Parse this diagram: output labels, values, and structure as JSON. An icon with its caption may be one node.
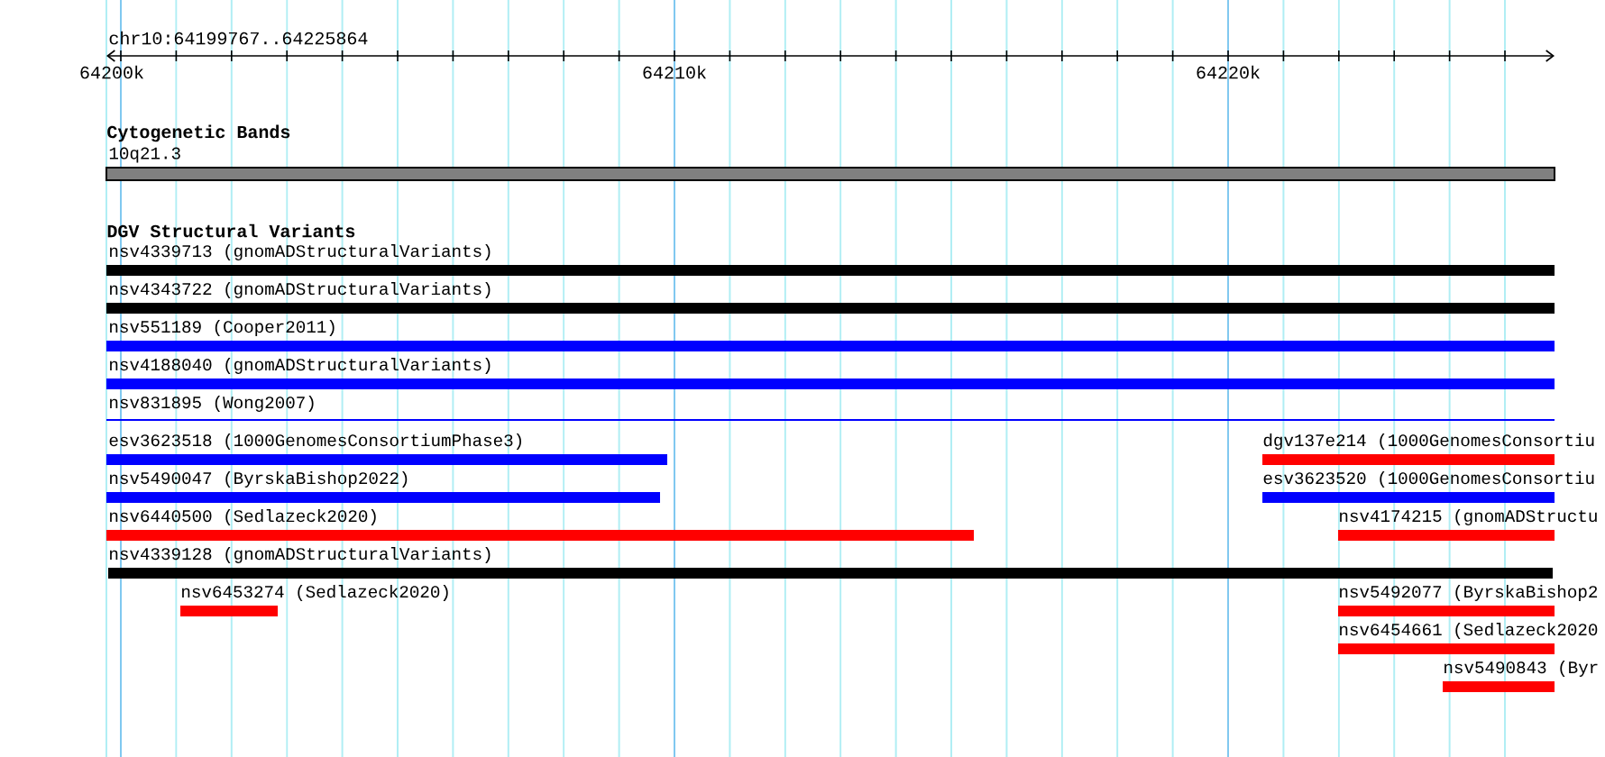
{
  "diagram": {
    "nodes": [
      {
        "text": [
          "10q21.3"
        ]
      },
      {
        "text": [
          "nsv4339713 (gnomADStructuralVariants)"
        ]
      },
      {
        "text": [
          "nsv4343722 (gnomADStructuralVariants)"
        ]
      },
      {
        "text": [
          "nsv551189 (Cooper2011)"
        ]
      },
      {
        "text": [
          "nsv4188040 (gnomADStructuralVariants)"
        ]
      },
      {
        "text": [
          "nsv831895 (Wong2007)"
        ]
      },
      {
        "text": [
          "esv3623518 (1000GenomesConsortiumPhase3)"
        ]
      },
      {
        "text": [
          "dgv137e214 (1000GenomesConsortiu"
        ]
      },
      {
        "text": [
          "nsv5490047 (ByrskaBishop2022)"
        ]
      },
      {
        "text": [
          "esv3623520 (1000GenomesConsortiu"
        ]
      },
      {
        "text": [
          "nsv6440500 (Sedlazeck2020)"
        ]
      },
      {
        "text": [
          "nsv4174215 (gnomADStructu"
        ]
      },
      {
        "text": [
          "nsv4339128 (gnomADStructuralVariants)"
        ]
      },
      {
        "text": [
          "nsv6453274 (Sedlazeck2020)"
        ]
      },
      {
        "text": [
          "nsv5492077 (ByrskaBishop2"
        ]
      },
      {
        "text": [
          "nsv6454661 (Sedlazeck2020"
        ]
      },
      {
        "text": [
          "nsv5490843 (Byr"
        ]
      }
    ],
    "labels": [
      "chr10:64199767..64225864",
      "64200k",
      "64210k",
      "64220k",
      "Cytogenetic Bands",
      "DGV Structural Variants"
    ]
  }
}
